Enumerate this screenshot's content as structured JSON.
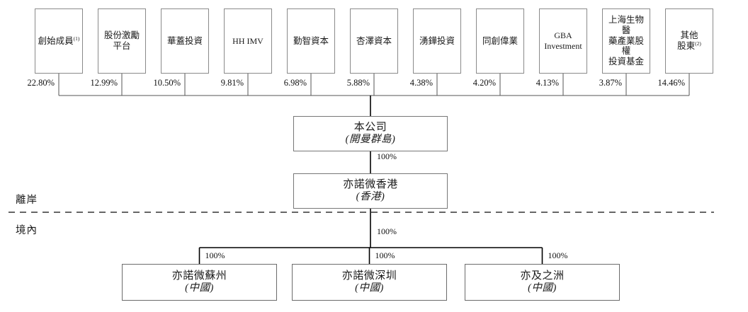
{
  "diagram": {
    "title": "Shareholding and corporate structure chart",
    "zones": {
      "offshore_label": "離岸",
      "onshore_label": "境內"
    },
    "shareholders": [
      {
        "name": "創始成員",
        "footnote": "(1)",
        "pct": "22.80%",
        "lang": "cn"
      },
      {
        "name": "股份激勵\n平台",
        "footnote": "",
        "pct": "12.99%",
        "lang": "cn"
      },
      {
        "name": "華蓋投資",
        "footnote": "",
        "pct": "10.50%",
        "lang": "cn"
      },
      {
        "name": "HH IMV",
        "footnote": "",
        "pct": "9.81%",
        "lang": "en"
      },
      {
        "name": "勤智資本",
        "footnote": "",
        "pct": "6.98%",
        "lang": "cn"
      },
      {
        "name": "杏澤資本",
        "footnote": "",
        "pct": "5.88%",
        "lang": "cn"
      },
      {
        "name": "湧鏵投資",
        "footnote": "",
        "pct": "4.38%",
        "lang": "cn"
      },
      {
        "name": "同創偉業",
        "footnote": "",
        "pct": "4.20%",
        "lang": "cn"
      },
      {
        "name": "GBA\nInvestment",
        "footnote": "",
        "pct": "4.13%",
        "lang": "en"
      },
      {
        "name": "上海生物醫\n藥產業股權\n投資基金",
        "footnote": "",
        "pct": "3.87%",
        "lang": "cn"
      },
      {
        "name": "其他\n股東",
        "footnote": "(2)",
        "pct": "14.46%",
        "lang": "cn"
      }
    ],
    "entities": [
      {
        "id": "company",
        "name": "本公司",
        "place": "(開曼群島)",
        "pct_to_child": "100%"
      },
      {
        "id": "hongkong",
        "name": "亦諾微香港",
        "place": "(香港)",
        "pct_to_child": "100%"
      }
    ],
    "subsidiaries": [
      {
        "name": "亦諾微蘇州",
        "place": "(中國)",
        "pct": "100%"
      },
      {
        "name": "亦諾微深圳",
        "place": "(中國)",
        "pct": "100%"
      },
      {
        "name": "亦及之洲",
        "place": "(中國)",
        "pct": "100%"
      }
    ],
    "colors": {
      "box_border": "#8a8a8a",
      "entity_border": "#777777",
      "line": "#000000",
      "dashed_divider": "#333333",
      "text": "#1a1a1a",
      "background": "#ffffff"
    }
  }
}
